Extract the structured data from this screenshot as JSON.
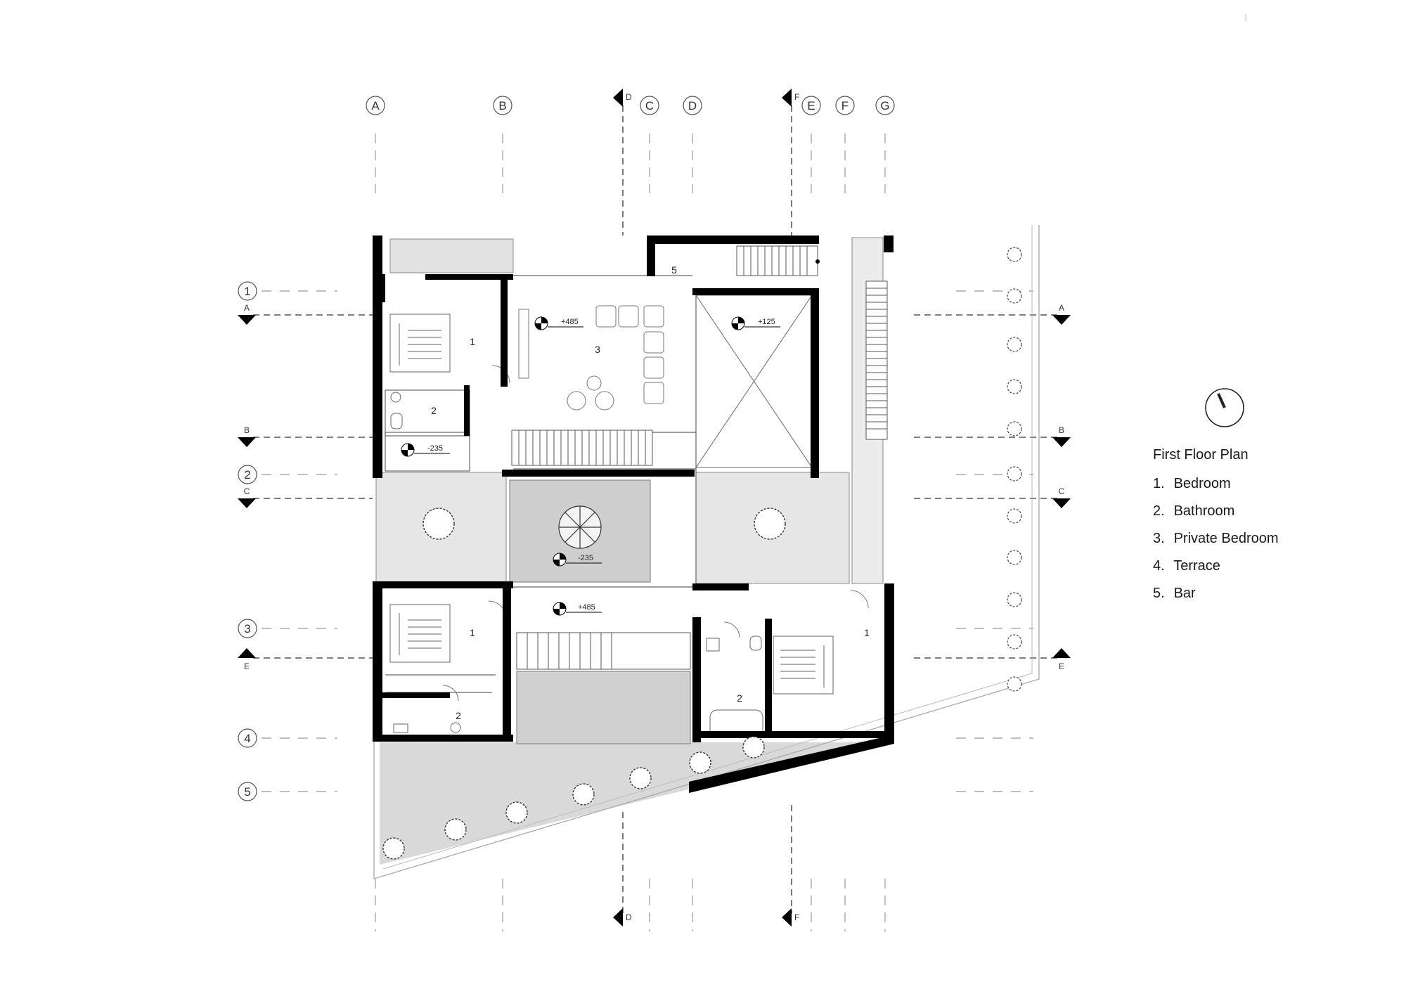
{
  "plan": {
    "title": "First Floor Plan",
    "legend": [
      {
        "num": "1.",
        "label": "Bedroom"
      },
      {
        "num": "2.",
        "label": "Bathroom"
      },
      {
        "num": "3.",
        "label": "Private Bedroom"
      },
      {
        "num": "4.",
        "label": "Terrace"
      },
      {
        "num": "5.",
        "label": "Bar"
      }
    ]
  },
  "grid": {
    "columns": [
      "A",
      "B",
      "C",
      "D",
      "E",
      "F",
      "G"
    ],
    "rows": [
      "1",
      "2",
      "3",
      "4",
      "5"
    ]
  },
  "sections": {
    "horizontal": [
      "A",
      "B",
      "C",
      "E"
    ],
    "vertical": [
      "D",
      "F"
    ]
  },
  "levels": {
    "living": "+485",
    "void": "+125",
    "hall_left": "-235",
    "courtyard": "-235",
    "corridor": "+485"
  },
  "room_tags": {
    "bedroom_nw": "1",
    "bath_nw": "2",
    "private_bedroom": "3",
    "bar": "5",
    "bedroom_sw": "1",
    "bath_sw": "2",
    "bedroom_se": "1",
    "bath_se": "2"
  },
  "colors": {
    "wall": "#000000",
    "line": "#333333",
    "patio_fill": "#e6e6e6",
    "court_fill": "#cfcfcf",
    "terrace_fill": "#d9d9d9"
  }
}
